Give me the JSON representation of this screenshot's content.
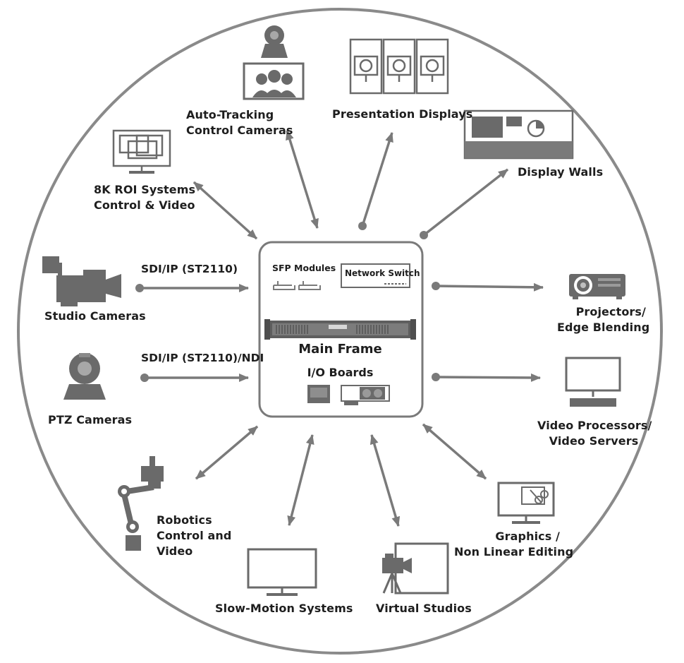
{
  "hub": {
    "title": "Main Frame",
    "sfp_label": "SFP Modules",
    "switch_label": "Network Switch",
    "io_label": "I/O Boards"
  },
  "connections": {
    "studio": "SDI/IP (ST2110)",
    "ptz": "SDI/IP (ST2110)/NDI"
  },
  "nodes": {
    "auto_tracking": [
      "Auto-Tracking",
      "Control Cameras"
    ],
    "presentation": [
      "Presentation Displays"
    ],
    "display_walls": [
      "Display Walls"
    ],
    "roi": [
      "8K ROI Systems",
      "Control & Video"
    ],
    "studio_cameras": [
      "Studio Cameras"
    ],
    "ptz_cameras": [
      "PTZ Cameras"
    ],
    "projectors": [
      "Projectors/",
      "Edge Blending"
    ],
    "video_processors": [
      "Video Processors/",
      "Video Servers"
    ],
    "robotics": [
      "Robotics",
      "Control and",
      "Video"
    ],
    "slow_motion": [
      "Slow-Motion Systems"
    ],
    "virtual_studios": [
      "Virtual Studios"
    ],
    "graphics": [
      "Graphics /",
      "Non Linear Editing"
    ]
  },
  "colors": {
    "ink": "#7a7a7a",
    "dark": "#5a5a5a",
    "text": "#1e1e1e"
  }
}
